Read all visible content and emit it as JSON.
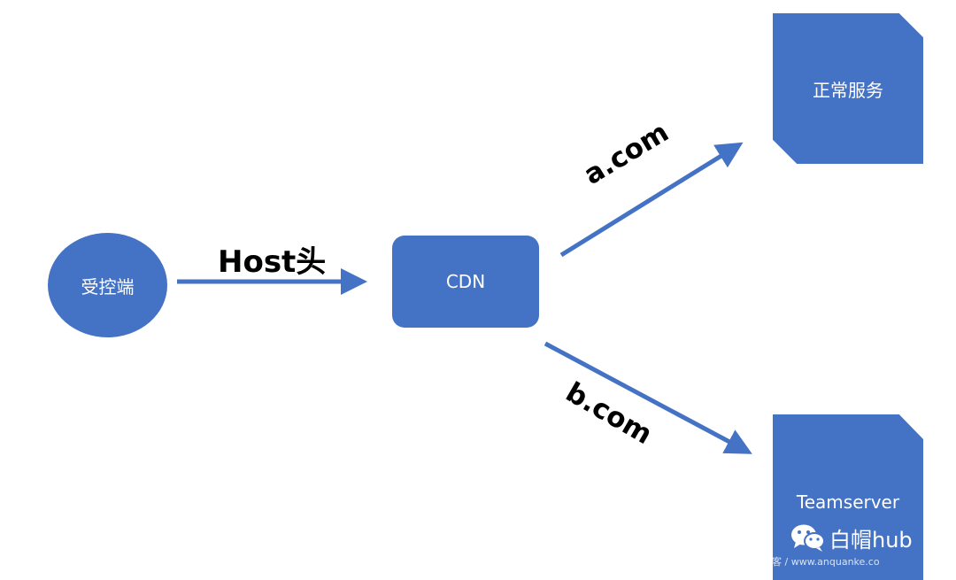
{
  "nodes": {
    "client": "受控端",
    "cdn": "CDN",
    "normal_service": "正常服务",
    "teamserver": "Teamserver"
  },
  "edges": {
    "host_header": "Host头",
    "a_domain": "a.com",
    "b_domain": "b.com"
  },
  "watermark": {
    "text": "白帽hub",
    "icon": "wechat-icon",
    "url": "客 / www.anquanke.co"
  },
  "colors": {
    "node_fill": "#4472c4",
    "arrow": "#4472c4"
  }
}
